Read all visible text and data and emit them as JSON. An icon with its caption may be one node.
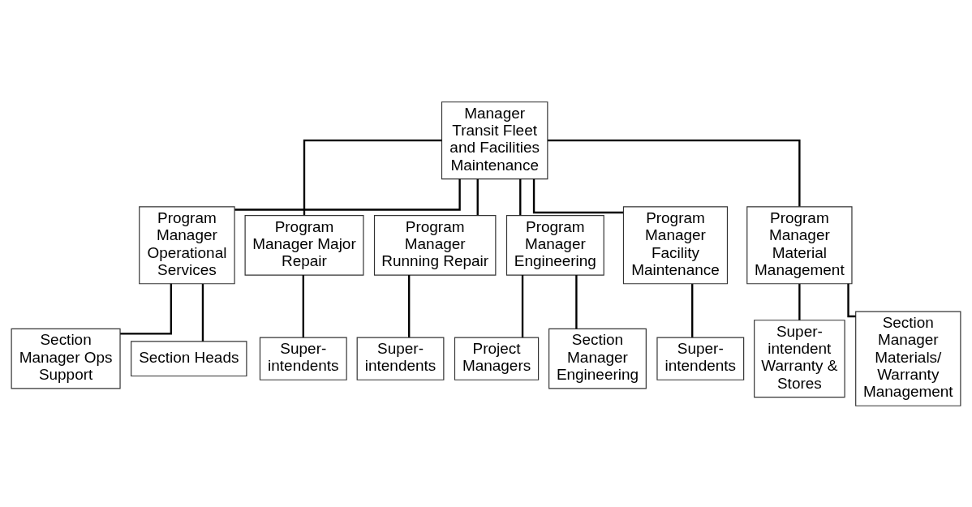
{
  "diagram": {
    "nodes": [
      {
        "text": [
          "Manager Transit Fleet and Facilities Maintenance"
        ]
      },
      {
        "text": [
          "Program Manager Operational Services"
        ]
      },
      {
        "text": [
          "Program Manager Major Repair"
        ]
      },
      {
        "text": [
          "Program Manager Running Repair"
        ]
      },
      {
        "text": [
          "Program Manager Engineering"
        ]
      },
      {
        "text": [
          "Program Manager Facility Maintenance"
        ]
      },
      {
        "text": [
          "Program Manager Material Management"
        ]
      },
      {
        "text": [
          "Section Manager Ops Support"
        ]
      },
      {
        "text": [
          "Section Heads"
        ]
      },
      {
        "text": [
          "Super- intendents"
        ]
      },
      {
        "text": [
          "Super- intendents"
        ]
      },
      {
        "text": [
          "Project Managers"
        ]
      },
      {
        "text": [
          "Section Manager Engineering"
        ]
      },
      {
        "text": [
          "Super- intendents"
        ]
      },
      {
        "text": [
          "Super- intendent Warranty & Stores"
        ]
      },
      {
        "text": [
          "Section Manager Materials/ Warranty Management"
        ]
      }
    ],
    "edges": [
      {
        "from": 0,
        "to": 1,
        "arrow": "none"
      },
      {
        "from": 0,
        "to": 2,
        "arrow": "none"
      },
      {
        "from": 0,
        "to": 3,
        "arrow": "none"
      },
      {
        "from": 0,
        "to": 4,
        "arrow": "none"
      },
      {
        "from": 0,
        "to": 5,
        "arrow": "none"
      },
      {
        "from": 0,
        "to": 6,
        "arrow": "none"
      },
      {
        "from": 1,
        "to": 7,
        "arrow": "none"
      },
      {
        "from": 1,
        "to": 8,
        "arrow": "none"
      },
      {
        "from": 2,
        "to": 9,
        "arrow": "none"
      },
      {
        "from": 3,
        "to": 10,
        "arrow": "none"
      },
      {
        "from": 4,
        "to": 11,
        "arrow": "none"
      },
      {
        "from": 4,
        "to": 12,
        "arrow": "none"
      },
      {
        "from": 5,
        "to": 13,
        "arrow": "none"
      },
      {
        "from": 6,
        "to": 14,
        "arrow": "none"
      },
      {
        "from": 6,
        "to": 15,
        "arrow": "none"
      }
    ]
  }
}
